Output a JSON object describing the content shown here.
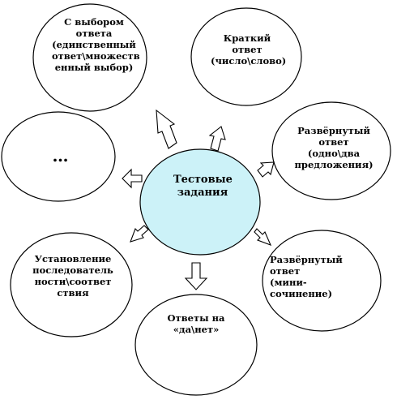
{
  "diagram": {
    "center": {
      "label": "Тестовые\nзадания",
      "fill": "#ccf2f8"
    },
    "nodes": [
      {
        "id": "choice",
        "label": "С выбором\nответа\n(единственный\nответ\\множеств\nенный выбор)"
      },
      {
        "id": "short",
        "label": "Краткий\nответ\n(число\\слово)"
      },
      {
        "id": "extended",
        "label": "Развёрнутый\nответ\n(одно\\два\nпредложения)"
      },
      {
        "id": "essay",
        "label": "Развёрнутый\nответ\n(мини-\nсочинение)"
      },
      {
        "id": "yesno",
        "label": "Ответы на\n«да\\нет»"
      },
      {
        "id": "sequence",
        "label": "Установление\nпоследователь\nности\\соответ\nствия"
      },
      {
        "id": "more",
        "label": "…"
      }
    ]
  }
}
